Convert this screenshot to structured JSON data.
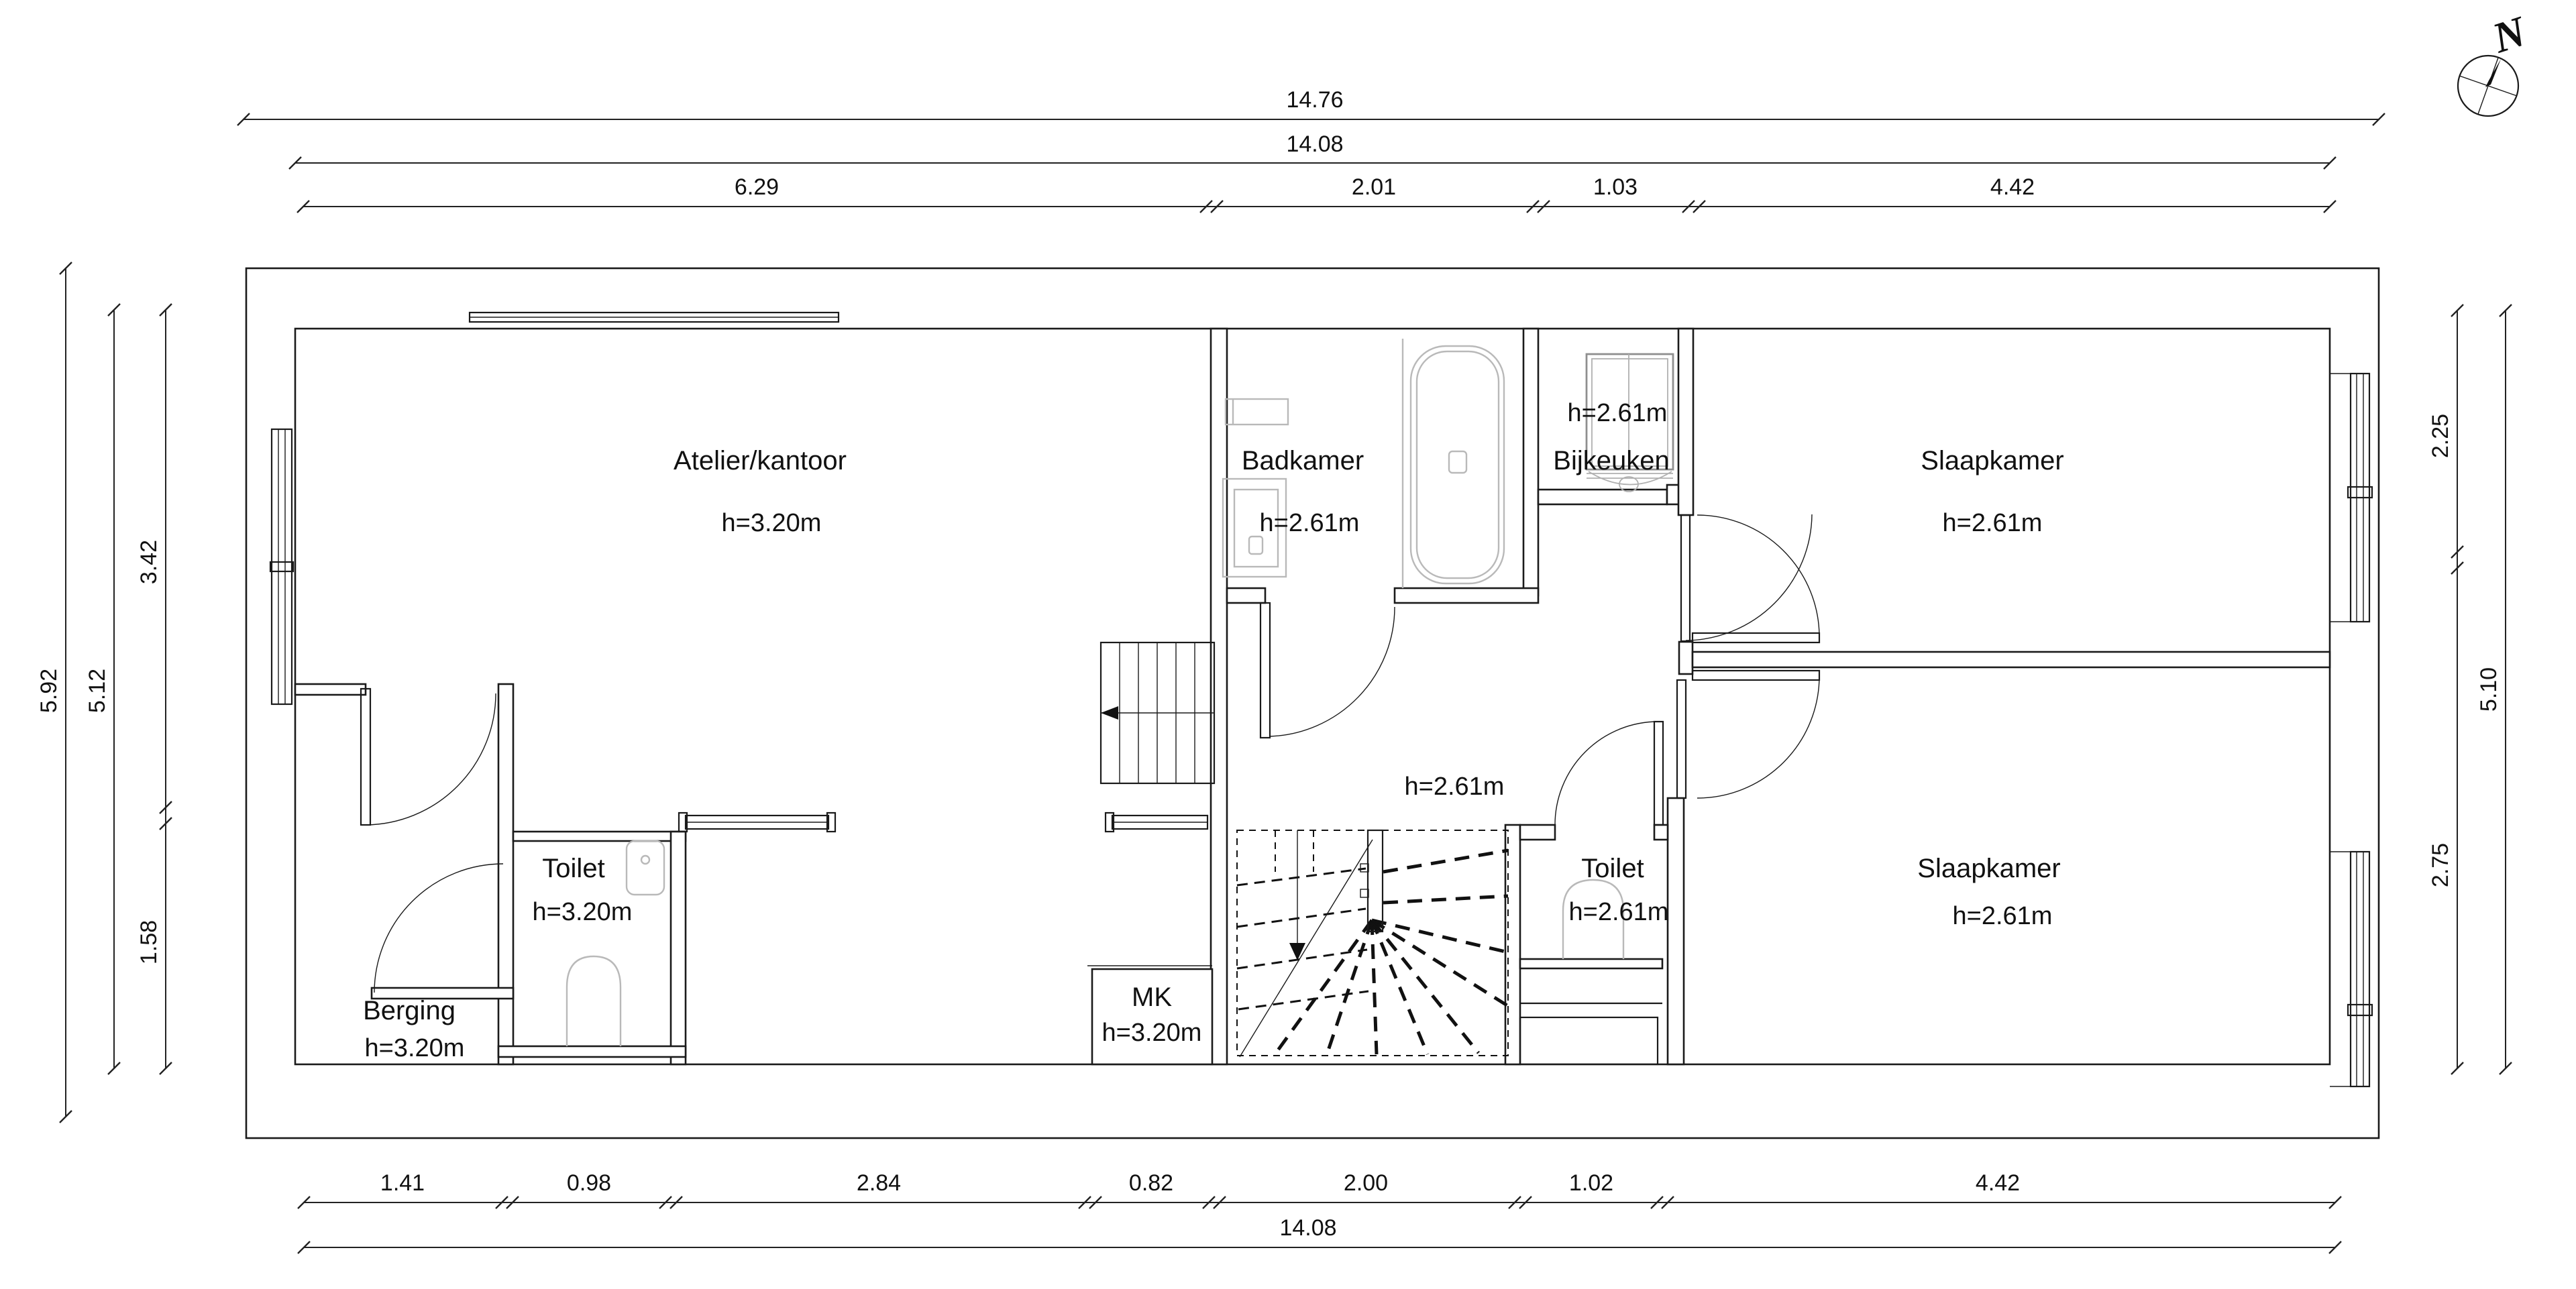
{
  "drawing": {
    "type": "floor-plan",
    "language": "nl",
    "colors": {
      "line": "#1a1a1a",
      "dimension": "#222222",
      "fixture": "#b9b9b9",
      "boiler": "#8f8f8f",
      "background": "#ffffff"
    }
  },
  "north": {
    "label": "N"
  },
  "rooms": [
    {
      "id": "atelier",
      "name": "Atelier/kantoor",
      "height": "h=3.20m"
    },
    {
      "id": "badkamer",
      "name": "Badkamer",
      "height": "h=2.61m"
    },
    {
      "id": "bijkeuken",
      "name": "Bijkeuken",
      "height": "h=2.61m"
    },
    {
      "id": "slaapkamer-1",
      "name": "Slaapkamer",
      "height": "h=2.61m"
    },
    {
      "id": "toilet-links",
      "name": "Toilet",
      "height": "h=3.20m"
    },
    {
      "id": "berging",
      "name": "Berging",
      "height": "h=3.20m"
    },
    {
      "id": "mk",
      "name": "MK",
      "height": "h=3.20m"
    },
    {
      "id": "toilet-rechts",
      "name": "Toilet",
      "height": "h=2.61m"
    },
    {
      "id": "slaapkamer-2",
      "name": "Slaapkamer",
      "height": "h=2.61m"
    }
  ],
  "hall": {
    "height": "h=2.61m"
  },
  "dims": {
    "top": [
      "14.76",
      "14.08",
      "6.29",
      "2.01",
      "1.03",
      "4.42"
    ],
    "bottom": [
      "1.41",
      "0.98",
      "2.84",
      "0.82",
      "2.00",
      "1.02",
      "4.42",
      "14.08"
    ],
    "left": [
      "5.92",
      "5.12",
      "3.42",
      "1.58"
    ],
    "right": [
      "2.25",
      "5.10",
      "2.75"
    ]
  }
}
